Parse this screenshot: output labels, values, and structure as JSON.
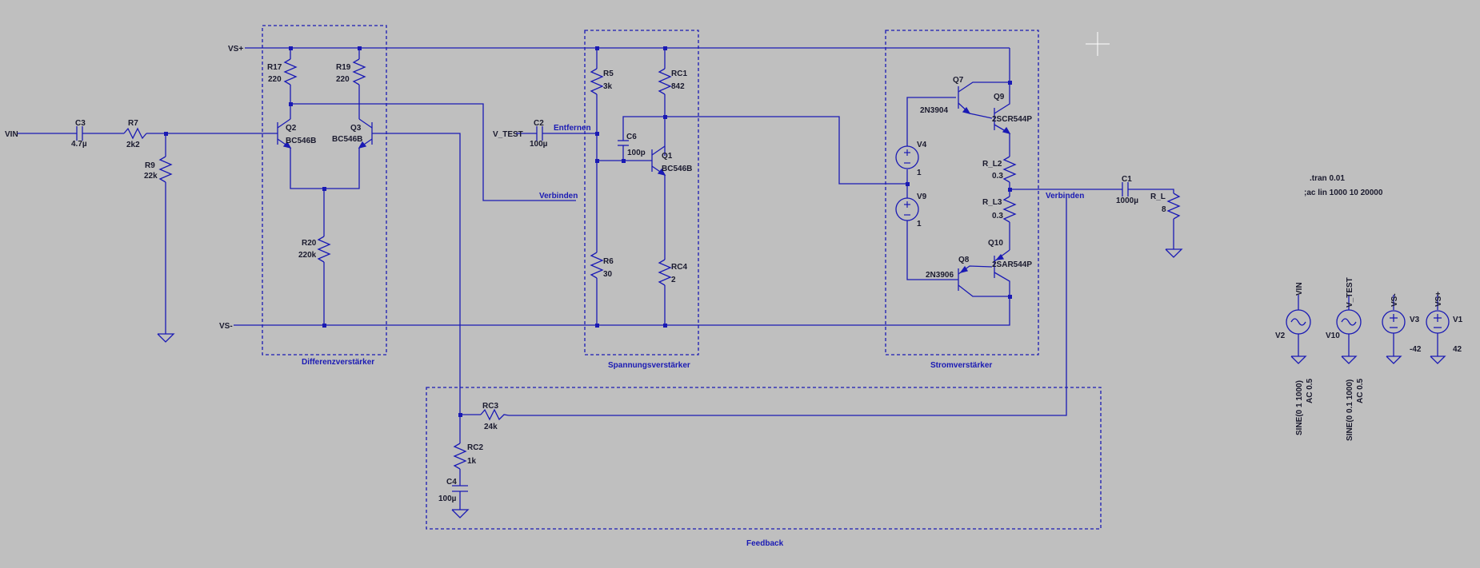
{
  "colors": {
    "background": "#bfbfbf",
    "wire": "#1a1ab4",
    "text": "#1a1a2e",
    "net_label": "#1a1ab4"
  },
  "nets": {
    "vin": "VIN",
    "vs_plus": "VS+",
    "vs_minus": "VS-",
    "v_test": "V_TEST"
  },
  "sections": {
    "diff": "Differenzverstärker",
    "voltage": "Spannungsverstärker",
    "current": "Stromverstärker",
    "feedback": "Feedback"
  },
  "annotations": {
    "entfernen": "Entfernen",
    "verbinden_1": "Verbinden",
    "verbinden_2": "Verbinden"
  },
  "components": {
    "C3": {
      "name": "C3",
      "value": "4.7µ"
    },
    "R7": {
      "name": "R7",
      "value": "2k2"
    },
    "R9": {
      "name": "R9",
      "value": "22k"
    },
    "R17": {
      "name": "R17",
      "value": "220"
    },
    "R19": {
      "name": "R19",
      "value": "220"
    },
    "Q2": {
      "name": "Q2",
      "value": "BC546B"
    },
    "Q3": {
      "name": "Q3",
      "value": "BC546B"
    },
    "R20": {
      "name": "R20",
      "value": "220k"
    },
    "C2": {
      "name": "C2",
      "value": "100µ"
    },
    "R5": {
      "name": "R5",
      "value": "3k"
    },
    "RC1": {
      "name": "RC1",
      "value": "842"
    },
    "C6": {
      "name": "C6",
      "value": "100p"
    },
    "Q1": {
      "name": "Q1",
      "value": "BC546B"
    },
    "R6": {
      "name": "R6",
      "value": "30"
    },
    "RC4": {
      "name": "RC4",
      "value": "2"
    },
    "Q7": {
      "name": "Q7",
      "value": "2N3904"
    },
    "Q9": {
      "name": "Q9",
      "value": "2SCR544P"
    },
    "V4": {
      "name": "V4",
      "value": "1"
    },
    "V9": {
      "name": "V9",
      "value": "1"
    },
    "R_L2": {
      "name": "R_L2",
      "value": "0.3"
    },
    "R_L3": {
      "name": "R_L3",
      "value": "0.3"
    },
    "Q8": {
      "name": "Q8",
      "value": "2N3906"
    },
    "Q10": {
      "name": "Q10",
      "value": "2SAR544P"
    },
    "C1": {
      "name": "C1",
      "value": "1000µ"
    },
    "R_L": {
      "name": "R_L",
      "value": "8"
    },
    "RC3": {
      "name": "RC3",
      "value": "24k"
    },
    "RC2": {
      "name": "RC2",
      "value": "1k"
    },
    "C4": {
      "name": "C4",
      "value": "100µ"
    }
  },
  "sources": {
    "V2": {
      "name": "V2",
      "net": "VIN",
      "spec1": "SINE(0 1 1000)",
      "spec2": "AC 0.5"
    },
    "V10": {
      "name": "V10",
      "net": "V_TEST",
      "spec1": "SINE(0 0.1 1000)",
      "spec2": "AC 0.5"
    },
    "V3": {
      "name": "V3",
      "net": "VS-",
      "value": "-42"
    },
    "V1": {
      "name": "V1",
      "net": "VS+",
      "value": "42"
    }
  },
  "directives": {
    "tran": ".tran 0.01",
    "ac": ";ac lin 1000 10 20000"
  }
}
